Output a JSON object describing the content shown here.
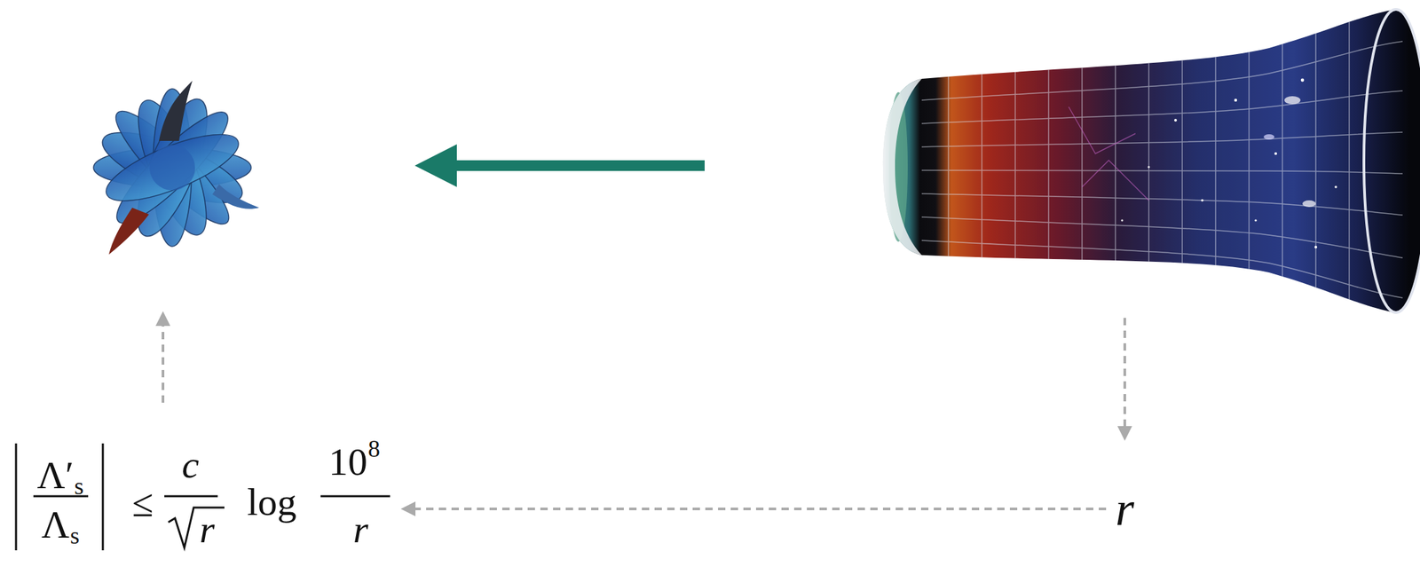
{
  "diagram": {
    "nodes": [
      {
        "text": [
          "Λ′",
          "s",
          "Λ",
          "s",
          "≤",
          "c",
          "r",
          "log",
          "10",
          "8",
          "r"
        ]
      },
      {
        "text": [
          "r"
        ]
      }
    ],
    "edges": [
      {
        "from": 1,
        "to": 0,
        "arrow": "to"
      }
    ]
  }
}
